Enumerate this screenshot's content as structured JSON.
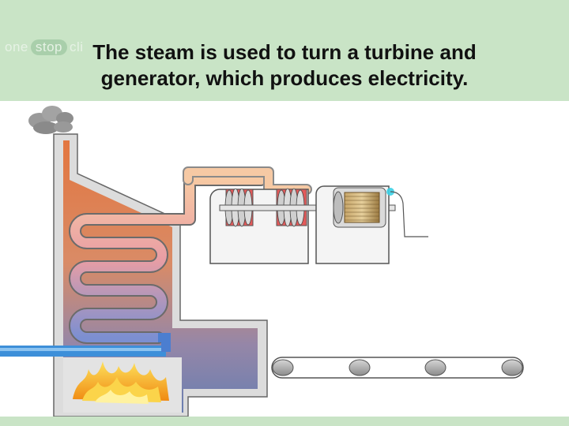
{
  "slide": {
    "title": "The steam is used to turn a turbine and generator, which produces electricity.",
    "logo_parts": [
      "one",
      "stop",
      "cli"
    ]
  },
  "colors": {
    "header_band": "#c9e4c6",
    "steam_pipe": "#f6c9a4",
    "water_pipe": "#3d8fd9",
    "boiler_hot": "#e8783f",
    "boiler_cool": "#6d7fb3",
    "flame": "#f7b61e",
    "turbine_casing": "#e35a5a",
    "coil": "#b7965a",
    "spark": "#3bd0e6"
  },
  "diagram": {
    "components": [
      "smoke-plume",
      "chimney",
      "boiler",
      "heat-exchanger-coil",
      "water-inlet-pipe",
      "fire",
      "steam-pipe",
      "turbine",
      "turbine-housing",
      "shaft",
      "generator",
      "generator-housing",
      "output-wire",
      "conveyor-belt"
    ],
    "conveyor_rollers": 4
  }
}
